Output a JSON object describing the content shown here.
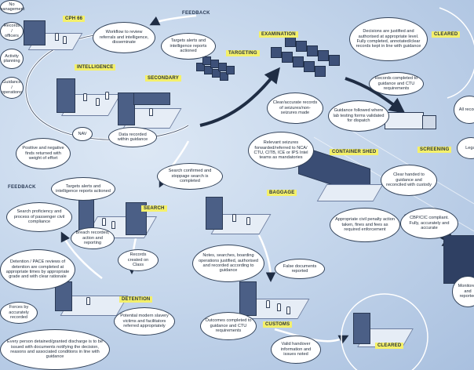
{
  "colors": {
    "tag": "#f4f06a",
    "line": "#1f2d44",
    "room": "#4b5f86"
  },
  "tags": {
    "arrival": "CPH 66",
    "intelligence": "INTELLIGENCE",
    "secondary": "SECONDARY",
    "targeting": "TARGETING",
    "examination": "EXAMINATION",
    "cleared": "CLEARED",
    "screening": "SCREENING",
    "container_shed": "CONTAINER SHED",
    "search": "SEARCH",
    "baggage": "BAGGAGE",
    "detention": "DETENTION",
    "customs": "CUSTOMS",
    "cleared_bottom": "CLEARED"
  },
  "side_labels": {
    "feedback_top": "FEEDBACK",
    "feedback_left": "FEEDBACK"
  },
  "bubbles": {
    "b_top_left_1": "No management",
    "b_top_left_2": "Records / officers",
    "b_top_left_3": "Activity planning",
    "b_top_left_4": "Guidance / operations",
    "b_workflow": "Workflow to review referrals and intelligence, disseminate",
    "b_targets_actioned": "Targets alerts and intelligence reports actioned",
    "b_decisions": "Decisions are justified and authorised at appropriate level. Fully completed, annotated/clear records kept in line with guidance",
    "b_records_guidance": "Records completed to guidance and CTU requirements",
    "b_right_1": "All records",
    "b_right_2": "Legal",
    "b_seizures_recorded": "Clear/accurate records of seizures/non-seizures made",
    "b_guidance_followed": "Guidance followed where lab testing forms validated for dispatch",
    "b_relevant_seizures": "Relevant seizures forwarded/referred to NCA/ CTU, CITB, ICE or IPS Intel teams as mandatories",
    "b_clear_handed": "Clear handed to guidance and reconciled with custody",
    "b_positive_negative": "Positive and negative finds returned with weight of effort",
    "b_selection": "Data recorded within guidance",
    "b_nav": "NAV",
    "b_targets_alerts": "Targets alerts and intelligence reports actioned",
    "b_search_fitness": "Search proficiency and process of passenger civil compliance",
    "b_search_confirmed": "Search confirmed and stoppage search is completed",
    "b_breach": "Breach recorded, action and reporting",
    "b_records_created": "Records created on Class",
    "b_appropriate_civil": "Appropriate civil penalty action taken, fines and fees as required enforcement",
    "b_cbp_compliant": "CBP/CIC compliant. Fully, accurately and accurate",
    "b_detention_notes": "Detention / PACE reviews of detention are completed at appropriate times by appropriate grade and with clear rationale",
    "b_seizures_justified": "Notes, searches, boarding operations justified, authorised and recorded according to guidance",
    "b_false_documents": "False documents reported",
    "b_potential_modern": "Potential modern slavery victims and facilitators referred appropriately",
    "b_forces": "Forces by accurately recorded",
    "b_every_person": "Every person detained/granted discharge is to be issued with documents notifying the decision, reasons and associated conditions in line with guidance",
    "b_outcomes": "Outcomes completed to guidance and CTU requirements",
    "b_handover": "Valid handover information and issues noted",
    "b_right_bottom": "Monitored and reported"
  }
}
